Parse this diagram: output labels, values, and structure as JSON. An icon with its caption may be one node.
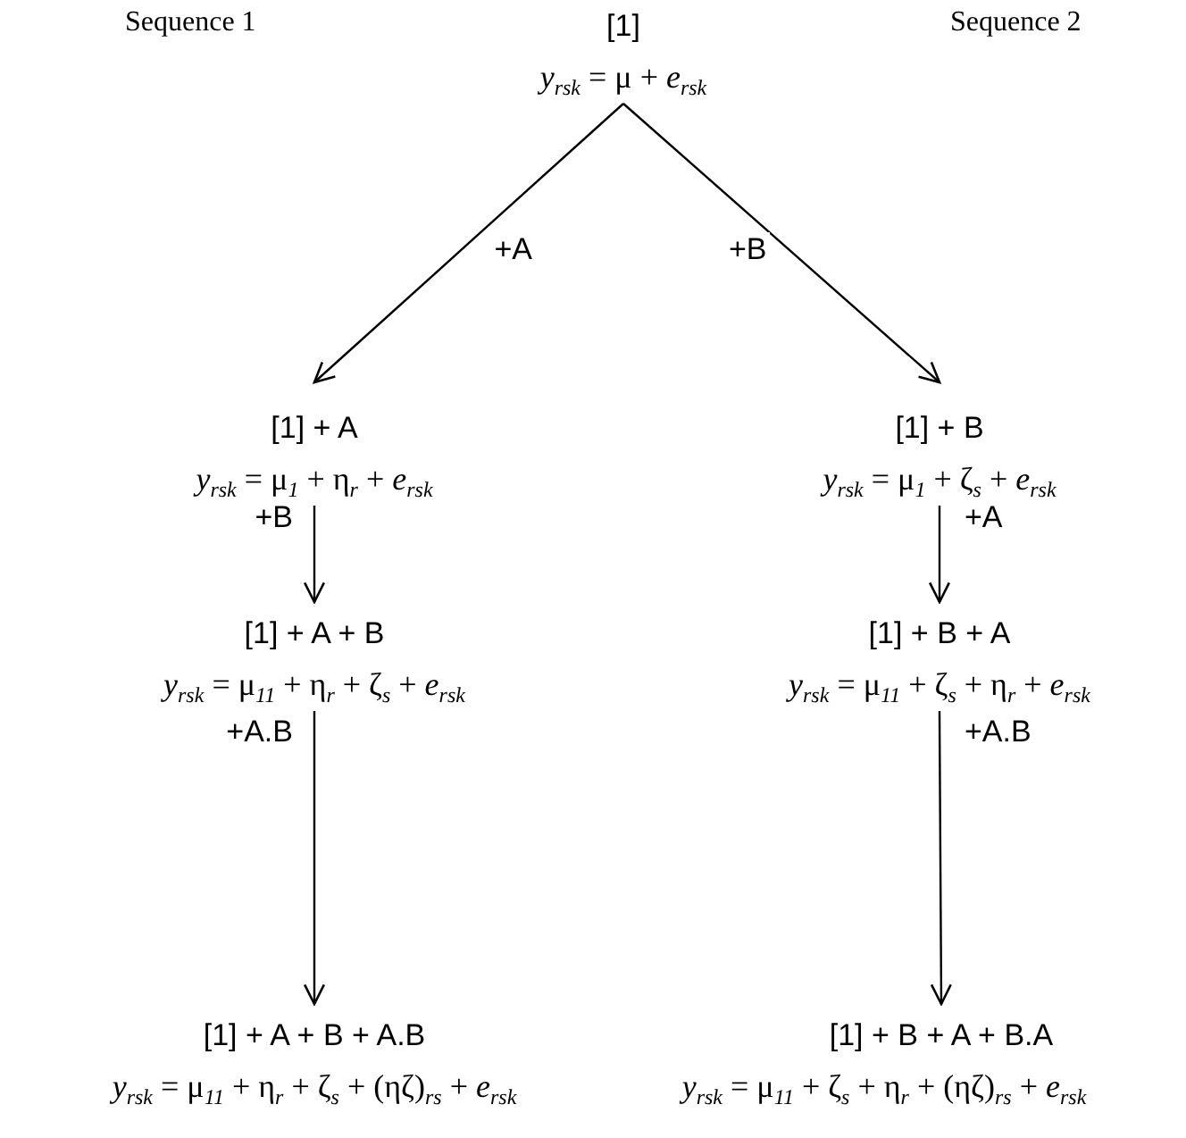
{
  "diagram": {
    "nodes": [
      {
        "text": [
          "[1]",
          "*y*$_{rsk}$ = μ + *e*$_{rsk}$"
        ]
      },
      {
        "text": [
          "[1] + A",
          "*y*$_{rsk}$ = μ$_{1}$ + η$_{r}$ + *e*$_{rsk}$"
        ]
      },
      {
        "text": [
          "[1] + B",
          "*y*$_{rsk}$ = μ$_{1}$ + ζ$_{s}$ + *e*$_{rsk}$"
        ]
      },
      {
        "text": [
          "[1] + A + B",
          "*y*$_{rsk}$ = μ$_{11}$ + η$_{r}$ + ζ$_{s}$ + *e*$_{rsk}$"
        ]
      },
      {
        "text": [
          "[1] + B + A",
          "*y*$_{rsk}$ = μ$_{11}$ + ζ$_{s}$ + η$_{r}$ + *e*$_{rsk}$"
        ]
      },
      {
        "text": [
          "[1] + A + B + A.B",
          "*y*$_{rsk}$ = μ$_{11}$ + η$_{r}$ + ζ$_{s}$ + (ηζ)$_{rs}$ + *e*$_{rsk}$"
        ]
      },
      {
        "text": [
          "[1] + B + A + B.A",
          "*y*$_{rsk}$ = μ$_{11}$ + ζ$_{s}$ + η$_{r}$ + (ηζ)$_{rs}$ + *e*$_{rsk}$"
        ]
      }
    ],
    "edges": [
      {
        "from": 0,
        "to": 1,
        "arrow": "to",
        "label": "+A"
      },
      {
        "from": 0,
        "to": 2,
        "arrow": "to",
        "label": "+B"
      },
      {
        "from": 1,
        "to": 3,
        "arrow": "to",
        "label": "+B"
      },
      {
        "from": 2,
        "to": 4,
        "arrow": "to",
        "label": "+A"
      },
      {
        "from": 3,
        "to": 5,
        "arrow": "to",
        "label": "+A.B"
      },
      {
        "from": 4,
        "to": 6,
        "arrow": "to",
        "label": "+A.B"
      }
    ],
    "labels": [
      "Sequence 1",
      "Sequence 2"
    ]
  }
}
